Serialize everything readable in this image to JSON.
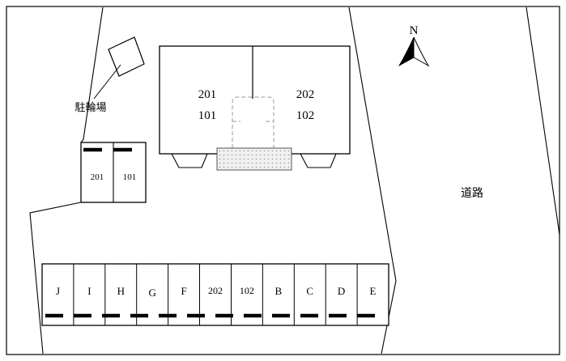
{
  "labels": {
    "road": "道路",
    "bicycle_parking": "駐輪場",
    "compass_north": "N"
  },
  "building": {
    "left_unit": {
      "upper": "201",
      "lower": "101"
    },
    "right_unit": {
      "upper": "202",
      "lower": "102"
    }
  },
  "small_parking": {
    "stalls": [
      "201",
      "101"
    ]
  },
  "main_parking": {
    "stalls": [
      "J",
      "I",
      "H",
      "G",
      "F",
      "202",
      "102",
      "B",
      "C",
      "D",
      "E"
    ]
  },
  "colors": {
    "line": "#000000",
    "dashed_approach": "#999999",
    "walkway_dot": "#999999",
    "walkway_bg": "#f0f0f0"
  }
}
